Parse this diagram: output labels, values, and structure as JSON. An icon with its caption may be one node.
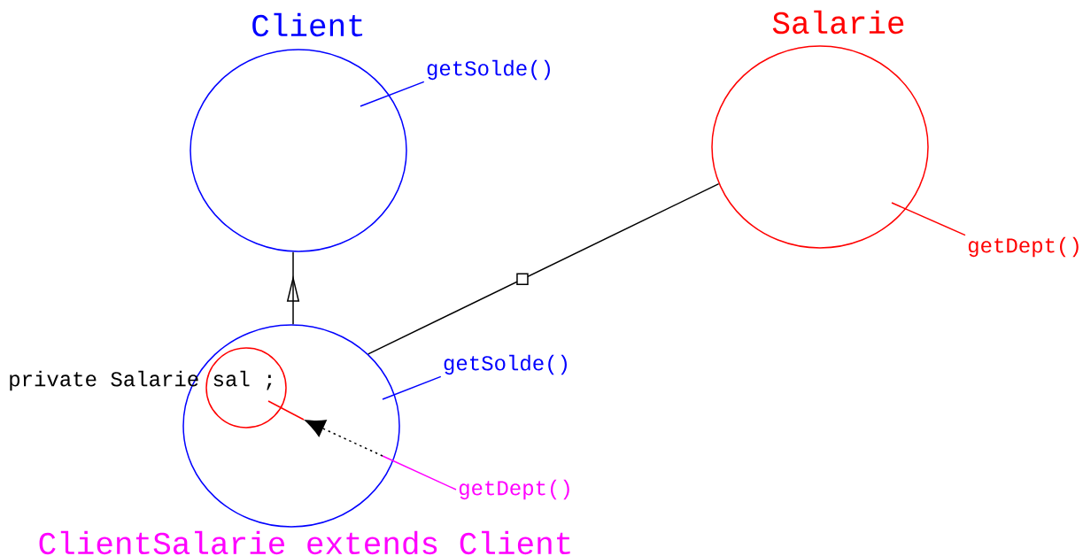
{
  "diagram": {
    "nodes": [
      {
        "text": [
          "Client"
        ]
      },
      {
        "text": [
          "Salarie"
        ]
      },
      {
        "text": [
          "ClientSalarie extends Client"
        ]
      },
      {
        "text": [],
        "shape": "circle",
        "in": 2,
        "beside": [
          "private Salarie sal ;"
        ]
      },
      {
        "text": [
          "getSolde()"
        ]
      },
      {
        "text": [
          "getDept()"
        ]
      },
      {
        "text": [
          "getSolde()"
        ]
      },
      {
        "text": [
          "getDept()"
        ]
      }
    ],
    "edges": [
      {
        "from": 2,
        "to": 0,
        "arrow": "to"
      },
      {
        "from": 2,
        "to": 1,
        "arrow": "none"
      },
      {
        "from": 4,
        "to": 0,
        "arrow": "none",
        "color": "#0000ff"
      },
      {
        "from": 5,
        "to": 1,
        "arrow": "none",
        "color": "#ff0000"
      },
      {
        "from": 6,
        "to": 2,
        "arrow": "none",
        "color": "#0000ff"
      },
      {
        "from": 7,
        "to": 2,
        "arrow": "none",
        "color": "#ff00ff"
      },
      {
        "from": 2,
        "to": 3,
        "arrow": "to",
        "style": "dashed"
      }
    ]
  }
}
